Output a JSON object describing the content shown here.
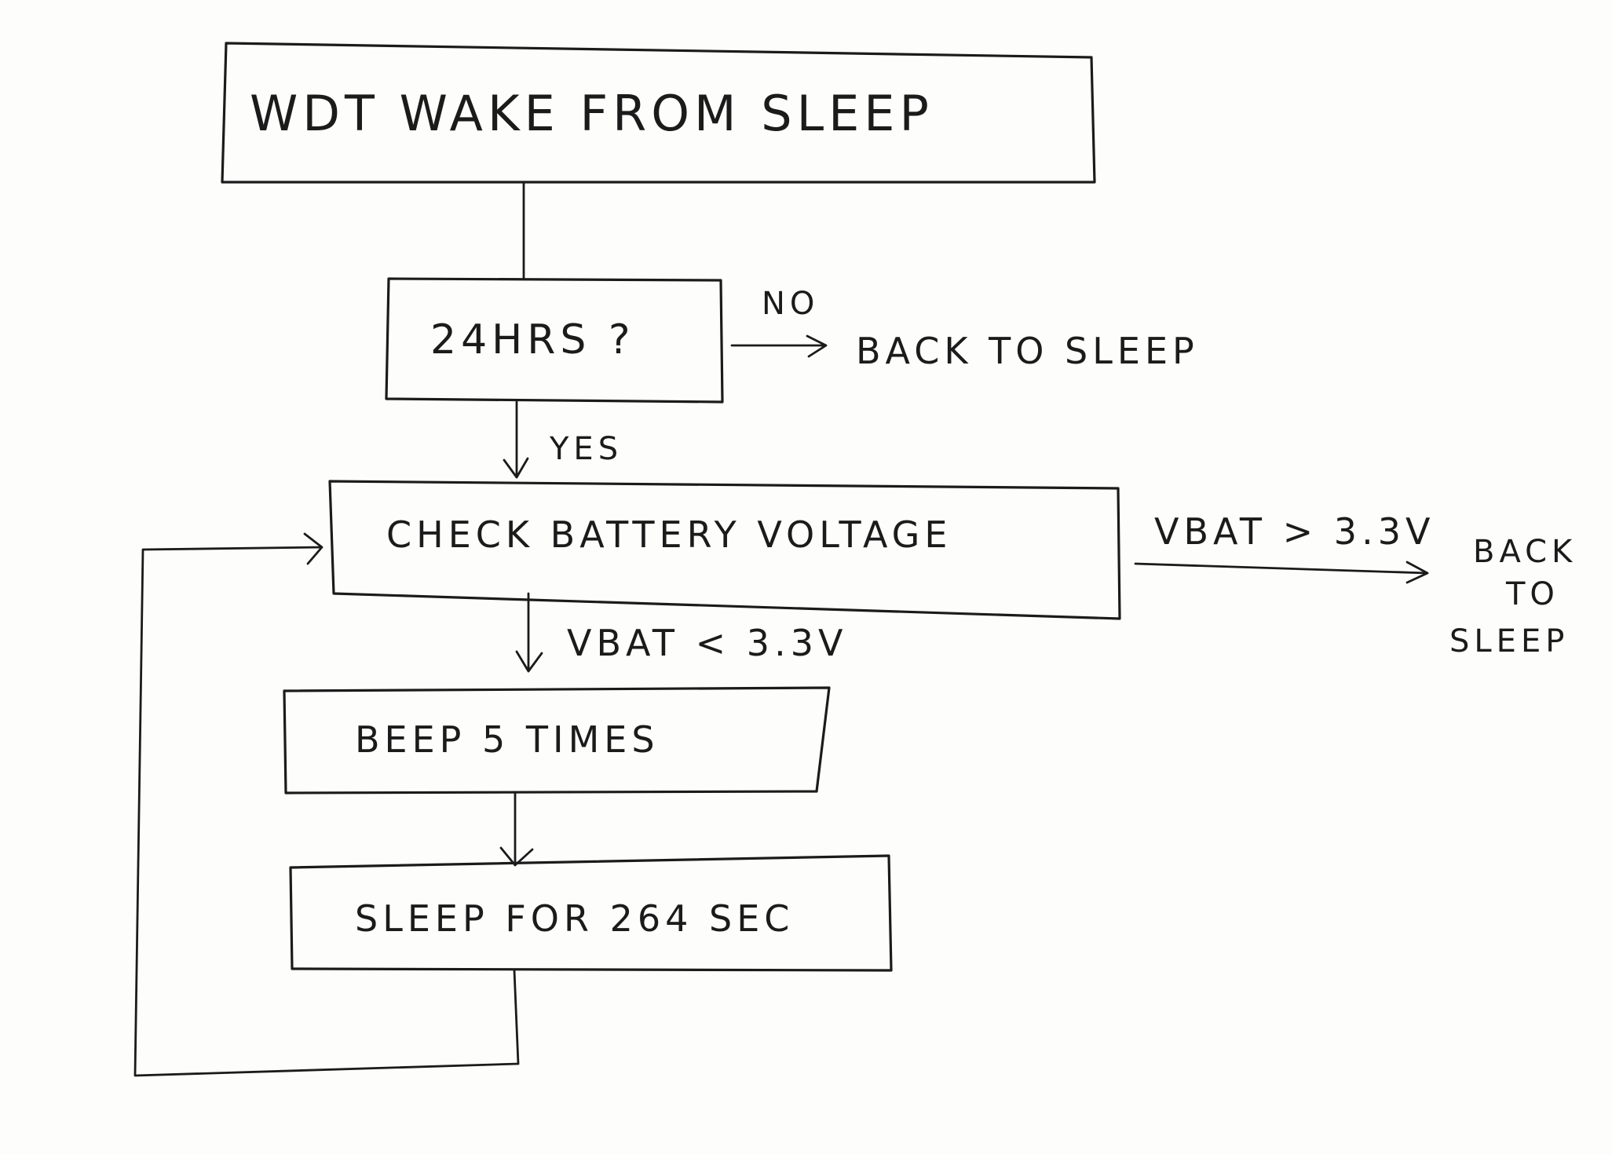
{
  "diagram": {
    "nodes": {
      "wake": "WDT WAKE FROM SLEEP",
      "hours_check": "24HRS ?",
      "check_voltage": "CHECK BATTERY VOLTAGE",
      "beep": "BEEP 5 TIMES",
      "sleep_long": "SLEEP FOR 264 SEC"
    },
    "outcomes": {
      "back_to_sleep_1": "BACK TO SLEEP",
      "back_to_sleep_2": [
        "BACK",
        "TO",
        "SLEEP"
      ]
    },
    "edge_labels": {
      "no": "NO",
      "yes": "YES",
      "vbat_high": "VBAT > 3.3V",
      "vbat_low": "VBAT < 3.3V"
    },
    "colors": {
      "ink": "#1b1b1b",
      "paper": "#fdfdfc"
    }
  }
}
